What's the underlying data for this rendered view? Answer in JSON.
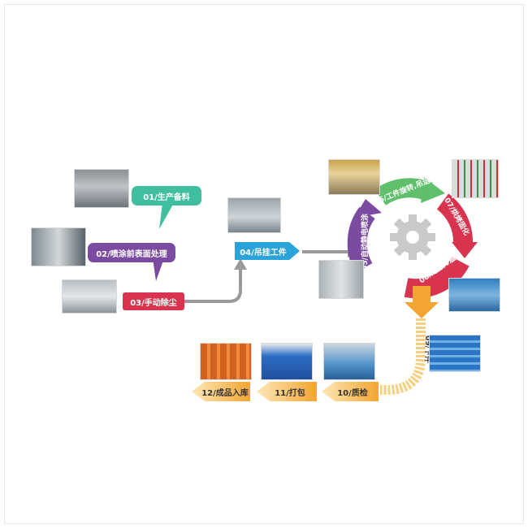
{
  "steps": {
    "s01": "01/生产备料",
    "s02": "02/喷涂前表面处理",
    "s03": "03/手动除尘",
    "s04": "04/吊挂工件",
    "s05": "05/自动静电喷涂",
    "s06": "06/工件旋转,吊运",
    "s07": "07/烘烤固化",
    "s08": "08/冷却降温",
    "s09": "09/下件",
    "s10": "10/质检",
    "s11": "11/打包",
    "s12": "12/成品入库"
  },
  "colors": {
    "teal": "#3fbf9f",
    "purple": "#7b4aa1",
    "red": "#d8344f",
    "blue": "#2aa3d8",
    "green": "#5fbf6a",
    "orange": "#f2a531",
    "gray": "#9a9a9a",
    "arrow_cream": "#f6cf82"
  },
  "icons": {
    "gear": "gear-icon"
  }
}
